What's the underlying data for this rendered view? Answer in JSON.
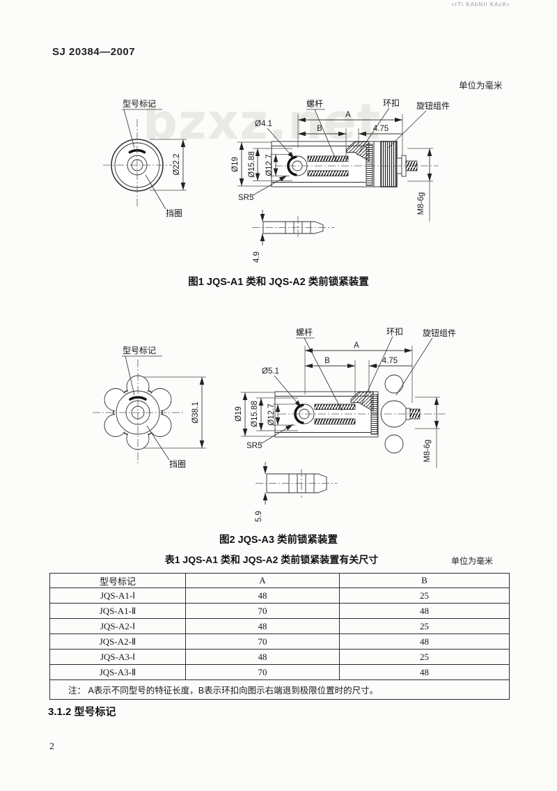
{
  "page": {
    "artifact_top_right": "=ITI KAbNII KAc8=",
    "doc_number": "SJ 20384—2007",
    "units_note_top": "单位为毫米",
    "watermark": "bzxz.net",
    "section_heading": "3.1.2  型号标记",
    "page_number": "2"
  },
  "figure1": {
    "caption": "图1  JQS-A1 类和 JQS-A2 类前锁紧装置",
    "labels": {
      "model_mark": "型号标记",
      "retaining_ring": "挡圈",
      "screw_rod": "螺杆",
      "ring_clasp": "环扣",
      "knob_assembly": "旋钮组件"
    },
    "dimensions": {
      "outer_dia": "Ø22.2",
      "hole_dia": "Ø4.1",
      "dia19": "Ø19",
      "dia1588": "Ø15.88",
      "dia127": "Ø12.7",
      "sphere": "SR5",
      "len_a": "A",
      "len_b": "B",
      "gap": "4.75",
      "thread": "M8-6g",
      "thickness": "4.9"
    }
  },
  "figure2": {
    "caption": "图2  JQS-A3 类前锁紧装置",
    "labels": {
      "model_mark": "型号标记",
      "retaining_ring": "挡圈",
      "screw_rod": "螺杆",
      "ring_clasp": "环扣",
      "knob_assembly": "旋钮组件"
    },
    "dimensions": {
      "outer_dia": "Ø38.1",
      "hole_dia": "Ø5.1",
      "dia19": "Ø19",
      "dia1588": "Ø15.88",
      "dia127": "Ø12.7",
      "sphere": "SR5",
      "len_a": "A",
      "len_b": "B",
      "gap": "4.75",
      "thread": "M8-6g",
      "thickness": "5.9"
    }
  },
  "table1": {
    "title": "表1  JQS-A1 类和 JQS-A2 类前锁紧装置有关尺寸",
    "units_note": "单位为毫米",
    "columns": [
      "型号标记",
      "A",
      "B"
    ],
    "rows": [
      [
        "JQS-A1-Ⅰ",
        "48",
        "25"
      ],
      [
        "JQS-A1-Ⅱ",
        "70",
        "48"
      ],
      [
        "JQS-A2-Ⅰ",
        "48",
        "25"
      ],
      [
        "JQS-A2-Ⅱ",
        "70",
        "48"
      ],
      [
        "JQS-A3-Ⅰ",
        "48",
        "25"
      ],
      [
        "JQS-A3-Ⅱ",
        "70",
        "48"
      ]
    ],
    "note": "注：  A表示不同型号的特征长度，B表示环扣向图示右端退到极限位置时的尺寸。"
  }
}
